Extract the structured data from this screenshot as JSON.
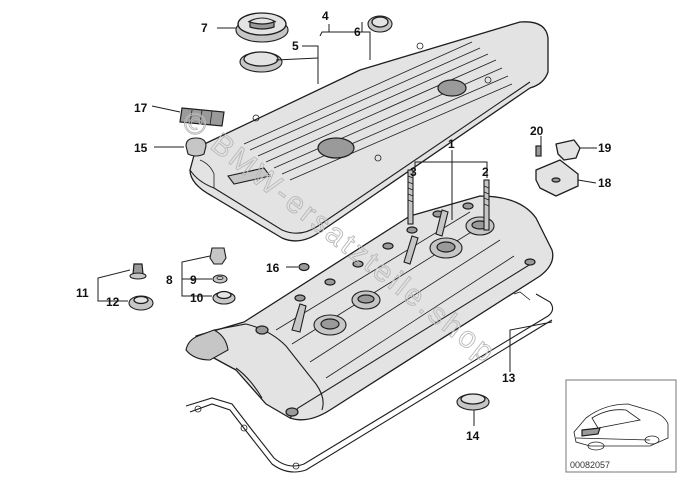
{
  "watermark": "© BMW-ersatzteile.shop",
  "diagram_id": "00082057",
  "callouts": {
    "c1": "1",
    "c2": "2",
    "c3": "3",
    "c4": "4",
    "c5": "5",
    "c6": "6",
    "c7": "7",
    "c8": "8",
    "c9": "9",
    "c10": "10",
    "c11": "11",
    "c12": "12",
    "c13": "13",
    "c14": "14",
    "c15": "15",
    "c16": "16",
    "c17": "17",
    "c18": "18",
    "c19": "19",
    "c20": "20"
  },
  "colors": {
    "line": "#1e1e1e",
    "part_fill": "#e3e3e3",
    "shade": "#9a9a9a",
    "watermark": "#b8b8b8"
  }
}
